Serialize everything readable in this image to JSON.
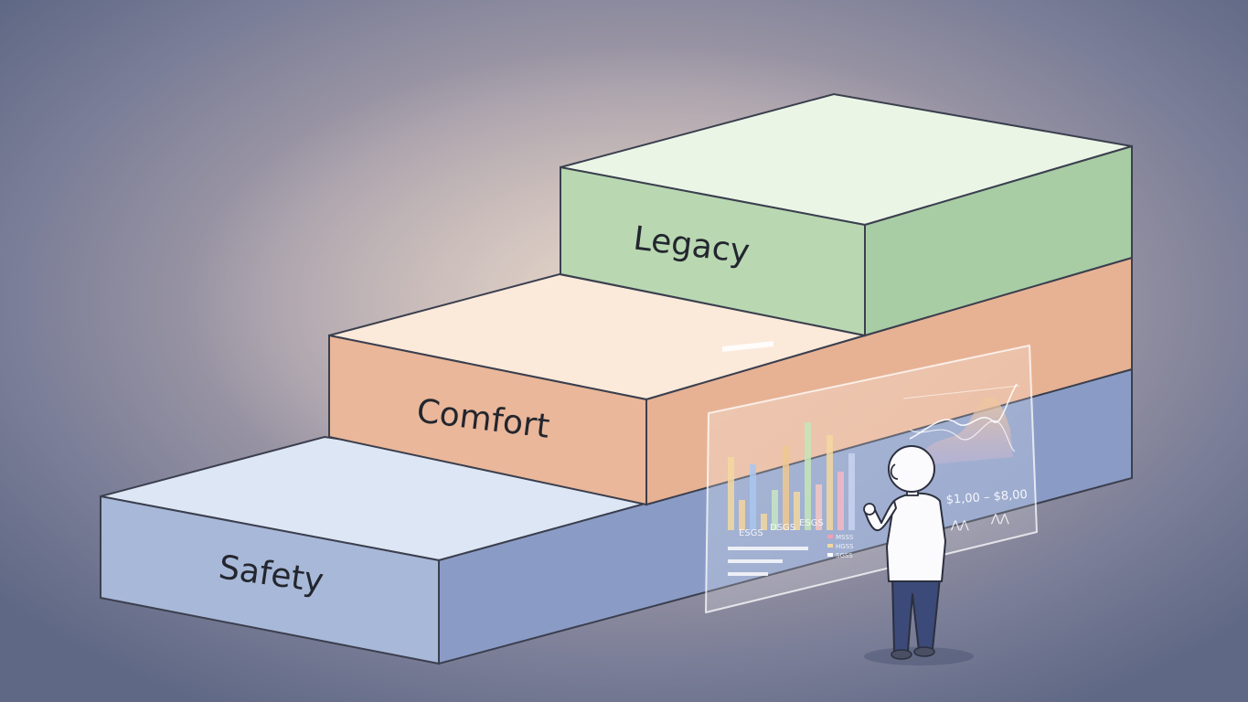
{
  "steps": [
    {
      "label": "Safety",
      "top_color": "#dde6f4",
      "front_color": "#a8b8d8",
      "side_color": "#8a9cc6"
    },
    {
      "label": "Comfort",
      "top_color": "#fbe9da",
      "front_color": "#eab79a",
      "side_color": "#e7b294"
    },
    {
      "label": "Legacy",
      "top_color": "#eaf5e6",
      "front_color": "#b9d8b2",
      "side_color": "#a8cda5"
    }
  ],
  "panel": {
    "range_text": "$1,00 – $8,00",
    "bar_tick_labels": [
      "ESGS",
      "DSGS",
      "ESGS"
    ],
    "legend_labels": [
      "MSSS",
      "HGSS",
      "SGSS"
    ]
  },
  "colors": {
    "outline": "#3b3f4e",
    "panel_glass": "#ffffff"
  }
}
